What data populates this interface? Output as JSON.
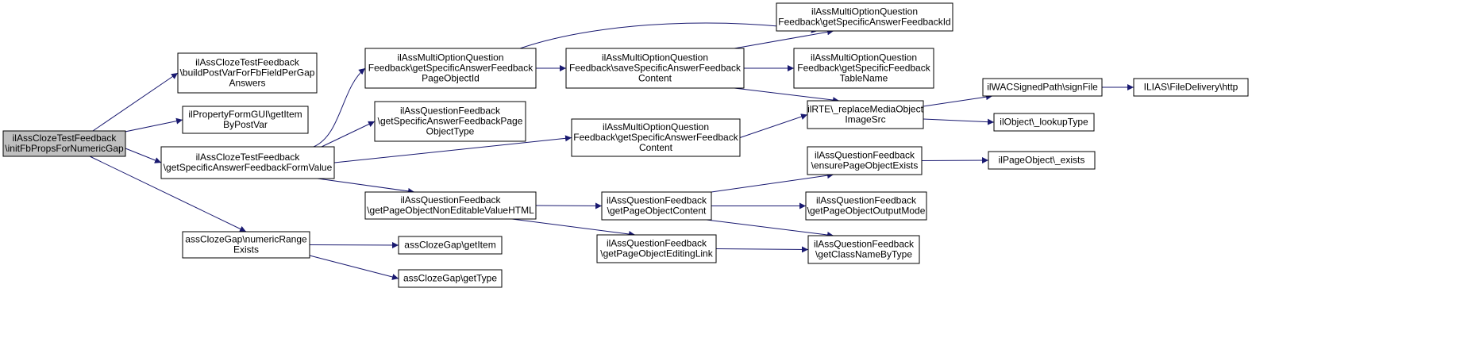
{
  "colors": {
    "edge": "#191970",
    "node_fill": "#ffffff",
    "focus_fill": "#bfbfbf",
    "border": "#000000"
  },
  "nodes": [
    {
      "id": "n1",
      "lines": [
        "ilAssClozeTestFeedback",
        "\\initFbPropsForNumericGap"
      ],
      "focus": true
    },
    {
      "id": "n2",
      "lines": [
        "ilAssClozeTestFeedback",
        "\\buildPostVarForFbFieldPerGap",
        "Answers"
      ]
    },
    {
      "id": "n3",
      "lines": [
        "ilPropertyFormGUI\\getItem",
        "ByPostVar"
      ]
    },
    {
      "id": "n4",
      "lines": [
        "ilAssClozeTestFeedback",
        "\\getSpecificAnswerFeedbackFormValue"
      ]
    },
    {
      "id": "n5",
      "lines": [
        "assClozeGap\\numericRange",
        "Exists"
      ]
    },
    {
      "id": "n6",
      "lines": [
        "ilAssMultiOptionQuestion",
        "Feedback\\getSpecificAnswerFeedback",
        "PageObjectId"
      ]
    },
    {
      "id": "n7",
      "lines": [
        "ilAssQuestionFeedback",
        "\\getSpecificAnswerFeedbackPage",
        "ObjectType"
      ]
    },
    {
      "id": "n8",
      "lines": [
        "ilAssQuestionFeedback",
        "\\getPageObjectNonEditableValueHTML"
      ]
    },
    {
      "id": "n9",
      "lines": [
        "assClozeGap\\getItem"
      ]
    },
    {
      "id": "n10",
      "lines": [
        "assClozeGap\\getType"
      ]
    },
    {
      "id": "n11",
      "lines": [
        "ilAssMultiOptionQuestion",
        "Feedback\\saveSpecificAnswerFeedback",
        "Content"
      ]
    },
    {
      "id": "n12",
      "lines": [
        "ilAssMultiOptionQuestion",
        "Feedback\\getSpecificAnswerFeedback",
        "Content"
      ]
    },
    {
      "id": "n13",
      "lines": [
        "ilAssQuestionFeedback",
        "\\getPageObjectContent"
      ]
    },
    {
      "id": "n14",
      "lines": [
        "ilAssQuestionFeedback",
        "\\getPageObjectEditingLink"
      ]
    },
    {
      "id": "n15",
      "lines": [
        "ilAssMultiOptionQuestion",
        "Feedback\\getSpecificAnswerFeedbackId"
      ]
    },
    {
      "id": "n16",
      "lines": [
        "ilAssMultiOptionQuestion",
        "Feedback\\getSpecificFeedback",
        "TableName"
      ]
    },
    {
      "id": "n17",
      "lines": [
        "ilRTE\\_replaceMediaObject",
        "ImageSrc"
      ]
    },
    {
      "id": "n18",
      "lines": [
        "ilAssQuestionFeedback",
        "\\ensurePageObjectExists"
      ]
    },
    {
      "id": "n19",
      "lines": [
        "ilAssQuestionFeedback",
        "\\getPageObjectOutputMode"
      ]
    },
    {
      "id": "n20",
      "lines": [
        "ilAssQuestionFeedback",
        "\\getClassNameByType"
      ]
    },
    {
      "id": "n21",
      "lines": [
        "ilWACSignedPath\\signFile"
      ]
    },
    {
      "id": "n22",
      "lines": [
        "ilObject\\_lookupType"
      ]
    },
    {
      "id": "n23",
      "lines": [
        "ilPageObject\\_exists"
      ]
    },
    {
      "id": "n24",
      "lines": [
        "ILIAS\\FileDelivery\\http"
      ]
    }
  ],
  "edges": [
    [
      "n1",
      "n2"
    ],
    [
      "n1",
      "n3"
    ],
    [
      "n1",
      "n4"
    ],
    [
      "n1",
      "n5"
    ],
    [
      "n4",
      "n6"
    ],
    [
      "n4",
      "n7"
    ],
    [
      "n4",
      "n12"
    ],
    [
      "n4",
      "n8"
    ],
    [
      "n5",
      "n9"
    ],
    [
      "n5",
      "n10"
    ],
    [
      "n6",
      "n15"
    ],
    [
      "n6",
      "n11"
    ],
    [
      "n11",
      "n15"
    ],
    [
      "n11",
      "n16"
    ],
    [
      "n11",
      "n17"
    ],
    [
      "n12",
      "n17"
    ],
    [
      "n8",
      "n13"
    ],
    [
      "n8",
      "n14"
    ],
    [
      "n13",
      "n18"
    ],
    [
      "n13",
      "n19"
    ],
    [
      "n13",
      "n20"
    ],
    [
      "n14",
      "n20"
    ],
    [
      "n17",
      "n21"
    ],
    [
      "n17",
      "n22"
    ],
    [
      "n18",
      "n23"
    ],
    [
      "n21",
      "n24"
    ]
  ]
}
